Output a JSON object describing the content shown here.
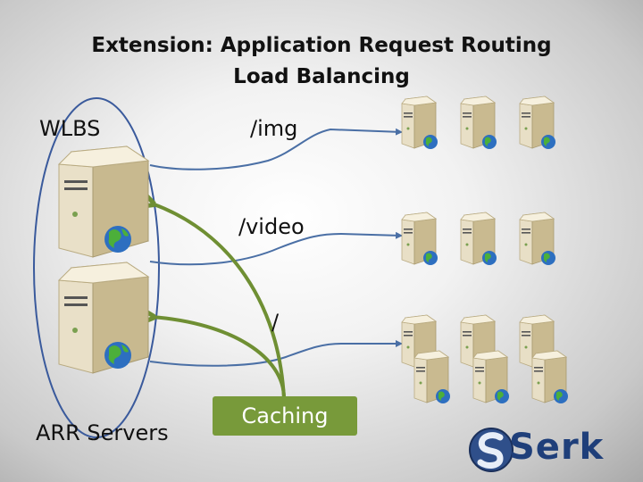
{
  "title": {
    "line1": "Extension: Application Request Routing",
    "line2": "Load Balancing"
  },
  "labels": {
    "wlbs": "WLBS",
    "img": "/img",
    "video": "/video",
    "root": "/",
    "arr_servers": "ARR Servers",
    "caching": "Caching"
  },
  "logo": {
    "text": "Serk",
    "icon": "globe-s-icon"
  },
  "colors": {
    "ellipse": "#3a5a9c",
    "connector": "#4a6fa5",
    "caching_arrow": "#6f8f33",
    "caching_box": "#789a3a",
    "logo_text": "#1f3f7a"
  },
  "icons": {
    "server": "server-tower-icon",
    "globe": "globe-icon"
  }
}
